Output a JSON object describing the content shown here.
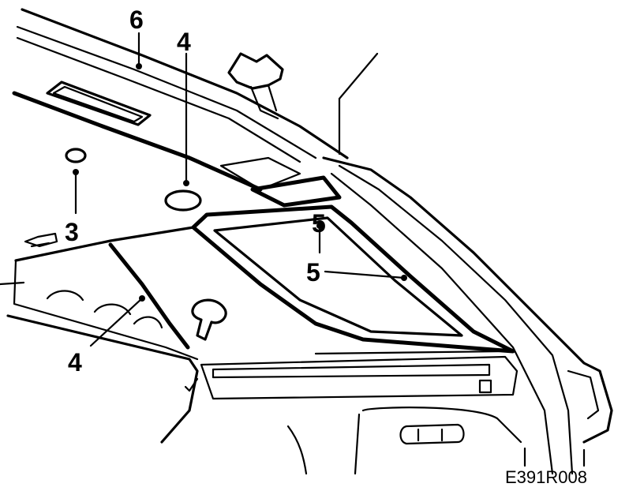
{
  "callouts": [
    {
      "id": "c6",
      "label": "6"
    },
    {
      "id": "c4top",
      "label": "4"
    },
    {
      "id": "c3",
      "label": "3"
    },
    {
      "id": "c5a",
      "label": "5"
    },
    {
      "id": "c5b",
      "label": "5"
    },
    {
      "id": "c4bot",
      "label": "4"
    }
  ],
  "reference_code": "E391R008",
  "colors": {
    "line": "#000000",
    "background": "#ffffff"
  }
}
